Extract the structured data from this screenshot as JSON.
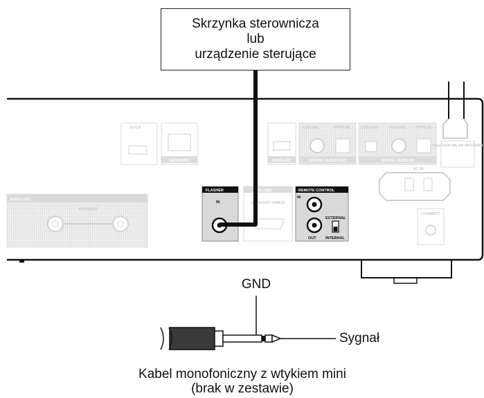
{
  "control_box": {
    "line1": "Skrzynka sterownicza",
    "line2": "lub",
    "line3": "urządzenie sterujące"
  },
  "labels": {
    "gnd": "GND",
    "signal": "Sygnał",
    "cable_line1": "Kabel monofoniczny z wtykiem mini",
    "cable_line2": "(brak w zestawie)"
  },
  "panel": {
    "usb_rating": "5V/1A",
    "network": "NETWORK",
    "hdmi_arc": "HDMI ARC",
    "coaxial": "COAXIAL",
    "optical": "OPTICAL",
    "digital_audio_out": "DIGITAL AUDIO OUT",
    "usb_dac": "USB-DAC",
    "digital_audio_in": "DIGITAL AUDIO IN",
    "ac_in": "AC IN",
    "bluetooth_antenna": "Bluetooth/ WLAN ANTENNA",
    "audio_out": "AUDIO OUT",
    "variable": "VARIABLE",
    "flasher": "FLASHER",
    "flasher_in": "IN",
    "rs232c": "RS-232C",
    "straight_cable": "STRAIGHT CABLE",
    "remote_control": "REMOTE CONTROL",
    "rc_in": "IN",
    "rc_out": "OUT",
    "external": "EXTERNAL",
    "internal": "INTERNAL",
    "connect": "CONNECT"
  }
}
